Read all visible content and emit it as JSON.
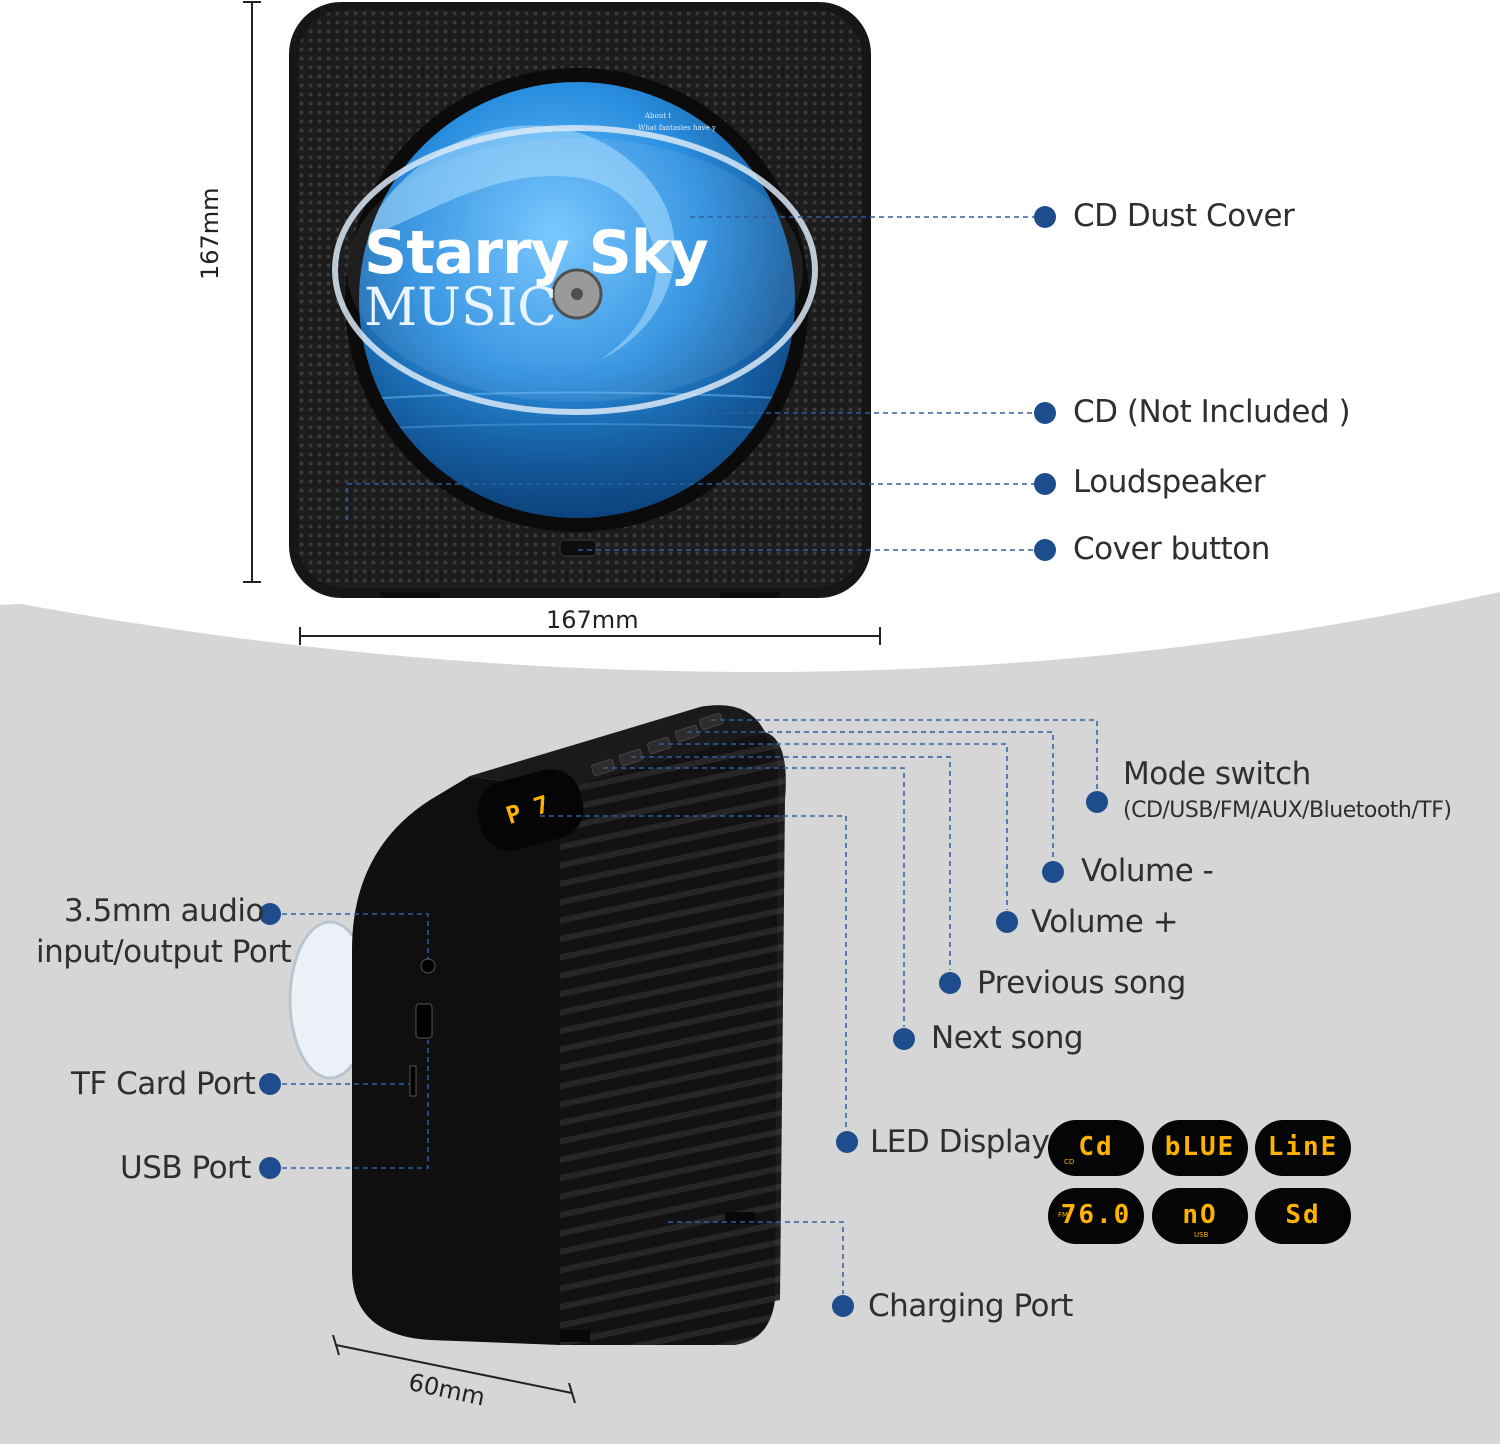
{
  "disc": {
    "title": "Starry Sky",
    "subtitle": "MUSIC",
    "tiny_line_1": "About t",
    "tiny_line_2": "What fantasies have y"
  },
  "dimensions": {
    "height": "167mm",
    "width": "167mm",
    "depth": "60mm"
  },
  "top_callouts": {
    "cd_dust_cover": "CD Dust Cover",
    "cd": "CD (Not Included )",
    "loudspeaker": "Loudspeaker",
    "cover_button": "Cover button"
  },
  "right_callouts": {
    "mode_switch": "Mode switch",
    "mode_switch_detail": "(CD/USB/FM/AUX/Bluetooth/TF)",
    "volume_minus": "Volume -",
    "volume_plus": "Volume +",
    "previous_song": "Previous song",
    "next_song": "Next song",
    "led_display": "LED Display",
    "charging_port": "Charging Port"
  },
  "left_callouts": {
    "audio_port_line1": "3.5mm audio",
    "audio_port_line2": "input/output Port",
    "tf_card_port": "TF Card Port",
    "usb_port": "USB Port"
  },
  "device_display": "P 7",
  "led_modes": [
    {
      "main": "Cd",
      "sub": "CD"
    },
    {
      "main": "bLUE",
      "sub": ""
    },
    {
      "main": "LinE",
      "sub": ""
    },
    {
      "main": "76.0",
      "sub": "FM"
    },
    {
      "main": "nO",
      "sub": "USB"
    },
    {
      "main": "Sd",
      "sub": ""
    }
  ],
  "colors": {
    "callout_dot": "#1d4d8c",
    "dashed_line": "#2e5f9e",
    "led_text": "#ffb300",
    "device_body": "#111111",
    "disc_blue": "#2a8fe0",
    "background_gray": "#d6d6d6"
  }
}
